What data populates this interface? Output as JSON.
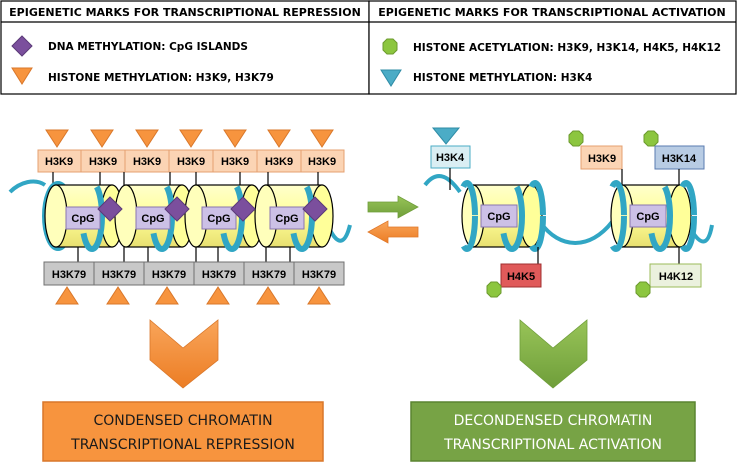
{
  "legend": {
    "repression": {
      "title": "EPIGENETIC MARKS FOR TRANSCRIPTIONAL REPRESSION",
      "items": [
        {
          "label": "DNA METHYLATION: CpG ISLANDS",
          "icon": "purple-diamond-icon"
        },
        {
          "label": "HISTONE METHYLATION: H3K9, H3K79",
          "icon": "orange-triangle-down-icon"
        }
      ]
    },
    "activation": {
      "title": "EPIGENETIC MARKS FOR TRANSCRIPTIONAL ACTIVATION",
      "items": [
        {
          "label": "HISTONE ACETYLATION: H3K9, H3K14, H4K5, H4K12",
          "icon": "green-octagon-icon"
        },
        {
          "label": "HISTONE METHYLATION: H3K4",
          "icon": "blue-triangle-down-icon"
        }
      ]
    }
  },
  "left": {
    "top_labels": [
      "H3K9",
      "H3K9",
      "H3K9",
      "H3K9",
      "H3K9",
      "H3K9",
      "H3K9"
    ],
    "bottom_labels": [
      "H3K79",
      "H3K79",
      "H3K79",
      "H3K79",
      "H3K79",
      "H3K79"
    ],
    "cpg_labels": [
      "CpG",
      "CpG",
      "CpG",
      "CpG"
    ],
    "result_line1": "CONDENSED CHROMATIN",
    "result_line2": "TRANSCRIPTIONAL REPRESSION"
  },
  "right": {
    "cpg_labels": [
      "CpG",
      "CpG"
    ],
    "mark_h3k4": "H3K4",
    "mark_h3k9": "H3K9",
    "mark_h3k14": "H3K14",
    "mark_h4k5": "H4K5",
    "mark_h4k12": "H4K12",
    "result_line1": "DECONDENSED CHROMATIN",
    "result_line2": "TRANSCRIPTIONAL ACTIVATION"
  },
  "colors": {
    "orange": "#f7943e",
    "orange_dark": "#e0782a",
    "purple": "#7b4f9d",
    "green": "#8cc63f",
    "green_dark": "#6f9e3a",
    "blue": "#4bacc6",
    "teal": "#31a6c4",
    "cylinder": "#ffff99",
    "cpg": "#ccc0e6",
    "h3k9_fill": "#fbd4b4",
    "h3k79_fill": "#c8c8c8"
  }
}
